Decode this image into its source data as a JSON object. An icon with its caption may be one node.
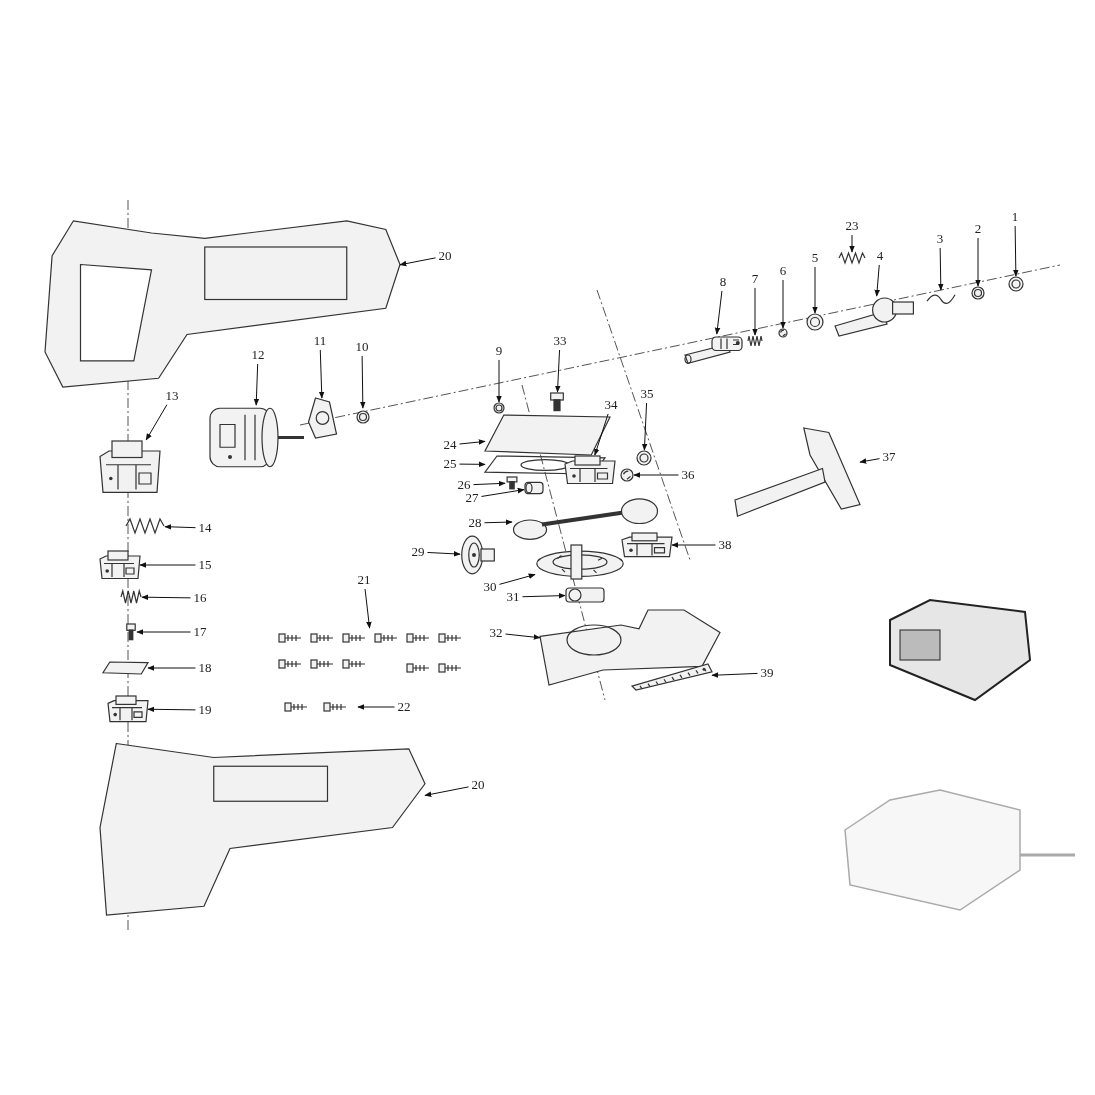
{
  "diagram": {
    "nodes": [
      {
        "text": [
          "1"
        ]
      },
      {
        "text": [],
        "shape": "picture"
      },
      {
        "text": [
          "2"
        ]
      },
      {
        "text": [],
        "shape": "picture"
      },
      {
        "text": [
          "3"
        ]
      },
      {
        "text": [],
        "shape": "picture"
      },
      {
        "text": [
          "4"
        ]
      },
      {
        "text": [],
        "shape": "picture"
      },
      {
        "text": [
          "5"
        ]
      },
      {
        "text": [],
        "shape": "picture"
      },
      {
        "text": [
          "6"
        ]
      },
      {
        "text": [],
        "shape": "picture"
      },
      {
        "text": [
          "7"
        ]
      },
      {
        "text": [],
        "shape": "picture"
      },
      {
        "text": [
          "8"
        ]
      },
      {
        "text": [],
        "shape": "picture"
      },
      {
        "text": [
          "9"
        ]
      },
      {
        "text": [],
        "shape": "picture"
      },
      {
        "text": [
          "10"
        ]
      },
      {
        "text": [],
        "shape": "picture"
      },
      {
        "text": [
          "11"
        ]
      },
      {
        "text": [],
        "shape": "picture"
      },
      {
        "text": [
          "12"
        ]
      },
      {
        "text": [],
        "shape": "picture"
      },
      {
        "text": [
          "13"
        ]
      },
      {
        "text": [],
        "shape": "picture"
      },
      {
        "text": [
          "14"
        ]
      },
      {
        "text": [],
        "shape": "picture"
      },
      {
        "text": [
          "15"
        ]
      },
      {
        "text": [],
        "shape": "picture"
      },
      {
        "text": [
          "16"
        ]
      },
      {
        "text": [],
        "shape": "picture"
      },
      {
        "text": [
          "17"
        ]
      },
      {
        "text": [],
        "shape": "picture"
      },
      {
        "text": [
          "18"
        ]
      },
      {
        "text": [],
        "shape": "picture"
      },
      {
        "text": [
          "19"
        ]
      },
      {
        "text": [],
        "shape": "picture"
      },
      {
        "text": [
          "20"
        ]
      },
      {
        "text": [],
        "shape": "picture"
      },
      {
        "text": [
          "20"
        ]
      },
      {
        "text": [],
        "shape": "picture"
      },
      {
        "text": [
          "21"
        ]
      },
      {
        "text": [],
        "shape": "picture"
      },
      {
        "text": [
          "22"
        ]
      },
      {
        "text": [],
        "shape": "picture"
      },
      {
        "text": [
          "23"
        ]
      },
      {
        "text": [],
        "shape": "picture"
      },
      {
        "text": [
          "24"
        ]
      },
      {
        "text": [],
        "shape": "picture"
      },
      {
        "text": [
          "25"
        ]
      },
      {
        "text": [],
        "shape": "picture"
      },
      {
        "text": [
          "26"
        ]
      },
      {
        "text": [],
        "shape": "picture"
      },
      {
        "text": [
          "27"
        ]
      },
      {
        "text": [],
        "shape": "picture"
      },
      {
        "text": [
          "28"
        ]
      },
      {
        "text": [],
        "shape": "picture"
      },
      {
        "text": [
          "29"
        ]
      },
      {
        "text": [],
        "shape": "picture"
      },
      {
        "text": [
          "30"
        ]
      },
      {
        "text": [],
        "shape": "picture"
      },
      {
        "text": [
          "31"
        ]
      },
      {
        "text": [],
        "shape": "picture"
      },
      {
        "text": [
          "32"
        ]
      },
      {
        "text": [],
        "shape": "picture"
      },
      {
        "text": [
          "33"
        ]
      },
      {
        "text": [],
        "shape": "picture"
      },
      {
        "text": [
          "34"
        ]
      },
      {
        "text": [],
        "shape": "picture"
      },
      {
        "text": [
          "35"
        ]
      },
      {
        "text": [],
        "shape": "picture"
      },
      {
        "text": [
          "36"
        ]
      },
      {
        "text": [],
        "shape": "picture"
      },
      {
        "text": [
          "37"
        ]
      },
      {
        "text": [],
        "shape": "picture"
      },
      {
        "text": [
          "38"
        ]
      },
      {
        "text": [],
        "shape": "picture"
      },
      {
        "text": [
          "39"
        ]
      },
      {
        "text": [],
        "shape": "picture"
      }
    ],
    "edges": [
      {
        "from": 0,
        "to": 1,
        "arrow": "to"
      },
      {
        "from": 2,
        "to": 3,
        "arrow": "to"
      },
      {
        "from": 4,
        "to": 5,
        "arrow": "to"
      },
      {
        "from": 6,
        "to": 7,
        "arrow": "to"
      },
      {
        "from": 8,
        "to": 9,
        "arrow": "to"
      },
      {
        "from": 10,
        "to": 11,
        "arrow": "to"
      },
      {
        "from": 12,
        "to": 13,
        "arrow": "to"
      },
      {
        "from": 14,
        "to": 15,
        "arrow": "to"
      },
      {
        "from": 16,
        "to": 17,
        "arrow": "to"
      },
      {
        "from": 18,
        "to": 19,
        "arrow": "to"
      },
      {
        "from": 20,
        "to": 21,
        "arrow": "to"
      },
      {
        "from": 22,
        "to": 23,
        "arrow": "to"
      },
      {
        "from": 24,
        "to": 25,
        "arrow": "to"
      },
      {
        "from": 26,
        "to": 27,
        "arrow": "to"
      },
      {
        "from": 28,
        "to": 29,
        "arrow": "to"
      },
      {
        "from": 30,
        "to": 31,
        "arrow": "to"
      },
      {
        "from": 32,
        "to": 33,
        "arrow": "to"
      },
      {
        "from": 34,
        "to": 35,
        "arrow": "to"
      },
      {
        "from": 36,
        "to": 37,
        "arrow": "to"
      },
      {
        "from": 38,
        "to": 39,
        "arrow": "to"
      },
      {
        "from": 40,
        "to": 41,
        "arrow": "to"
      },
      {
        "from": 42,
        "to": 43,
        "arrow": "to"
      },
      {
        "from": 44,
        "to": 45,
        "arrow": "to"
      },
      {
        "from": 46,
        "to": 47,
        "arrow": "to"
      },
      {
        "from": 48,
        "to": 49,
        "arrow": "to"
      },
      {
        "from": 50,
        "to": 51,
        "arrow": "to"
      },
      {
        "from": 52,
        "to": 53,
        "arrow": "to"
      },
      {
        "from": 54,
        "to": 55,
        "arrow": "to"
      },
      {
        "from": 56,
        "to": 57,
        "arrow": "to"
      },
      {
        "from": 58,
        "to": 59,
        "arrow": "to"
      },
      {
        "from": 60,
        "to": 61,
        "arrow": "to"
      },
      {
        "from": 62,
        "to": 63,
        "arrow": "to"
      },
      {
        "from": 64,
        "to": 65,
        "arrow": "to"
      },
      {
        "from": 66,
        "to": 67,
        "arrow": "to"
      },
      {
        "from": 68,
        "to": 69,
        "arrow": "to"
      },
      {
        "from": 70,
        "to": 71,
        "arrow": "to"
      },
      {
        "from": 72,
        "to": 73,
        "arrow": "to"
      },
      {
        "from": 74,
        "to": 75,
        "arrow": "to"
      },
      {
        "from": 76,
        "to": 77,
        "arrow": "to"
      },
      {
        "from": 78,
        "to": 79,
        "arrow": "to"
      }
    ]
  }
}
